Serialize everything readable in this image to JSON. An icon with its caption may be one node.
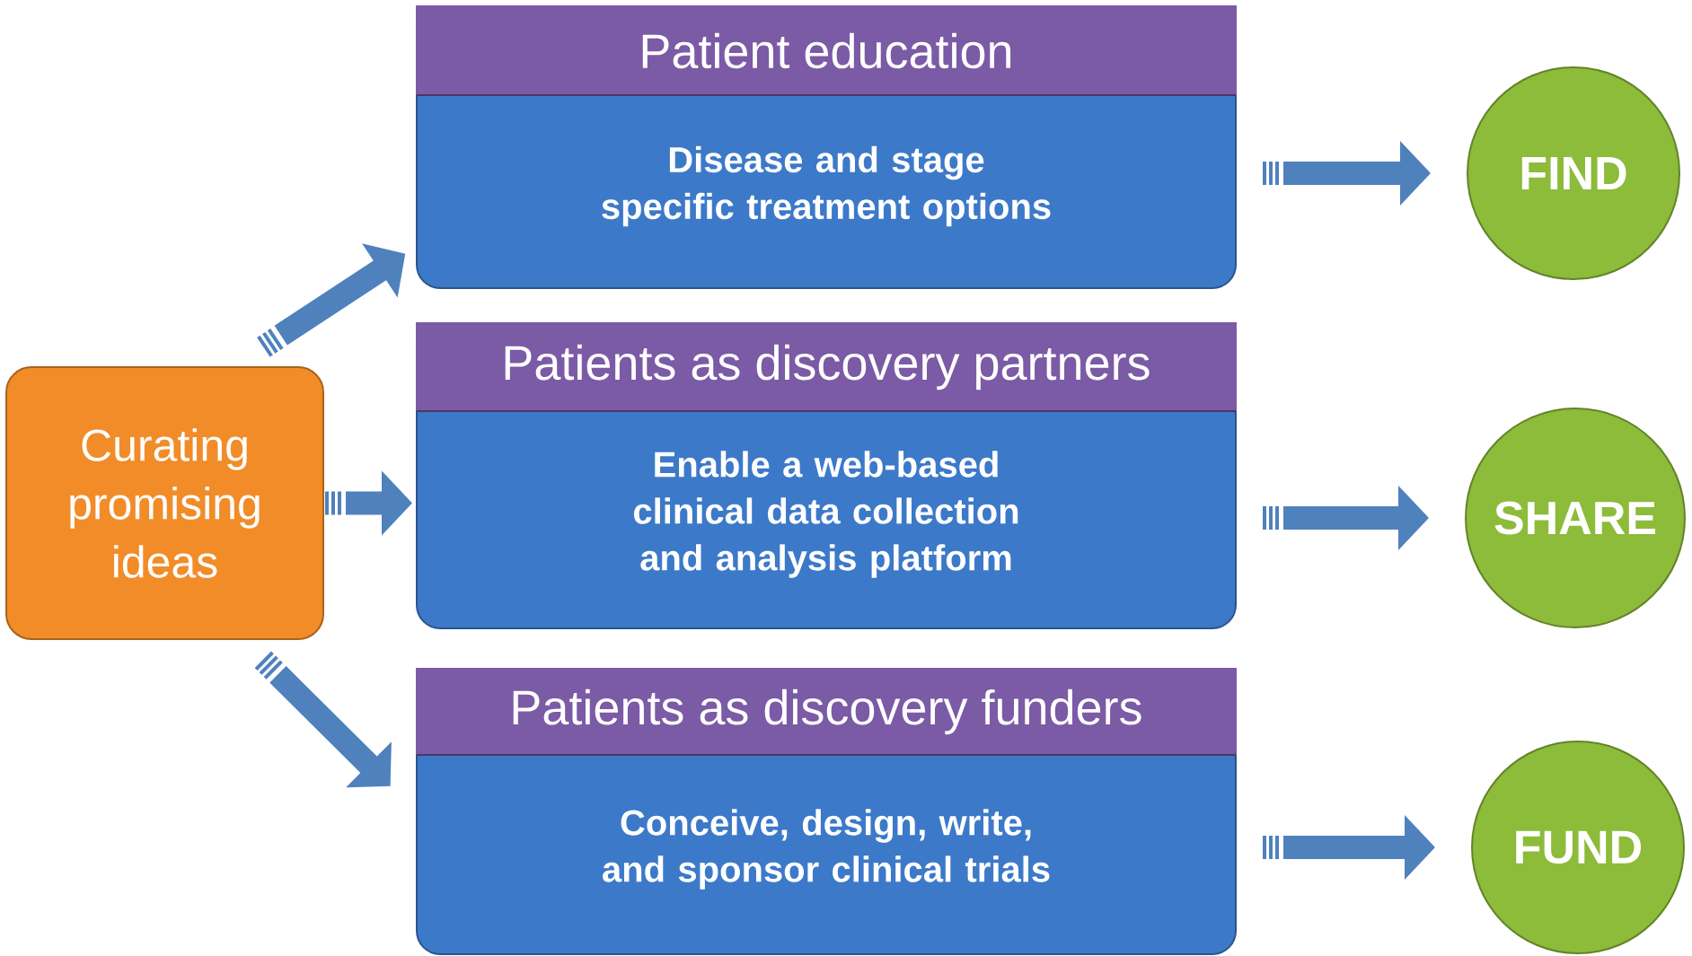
{
  "diagram": {
    "nodes": [
      {
        "text": [
          "Curating promising ideas"
        ]
      },
      {
        "text": [
          "Patient education",
          "Disease and stage specific treatment options"
        ]
      },
      {
        "text": [
          "Patients as discovery partners",
          "Enable a web-based clinical data collection and analysis platform"
        ]
      },
      {
        "text": [
          "Patients as discovery funders",
          "Conceive, design, write, and sponsor clinical trials"
        ]
      },
      {
        "text": [
          "FIND"
        ]
      },
      {
        "text": [
          "SHARE"
        ]
      },
      {
        "text": [
          "FUND"
        ]
      }
    ],
    "edges": [
      {
        "from": 0,
        "to": 1,
        "arrow": "to"
      },
      {
        "from": 0,
        "to": 2,
        "arrow": "to"
      },
      {
        "from": 0,
        "to": 3,
        "arrow": "to"
      },
      {
        "from": 1,
        "to": 4,
        "arrow": "to"
      },
      {
        "from": 2,
        "to": 5,
        "arrow": "to"
      },
      {
        "from": 3,
        "to": 6,
        "arrow": "to"
      }
    ]
  }
}
